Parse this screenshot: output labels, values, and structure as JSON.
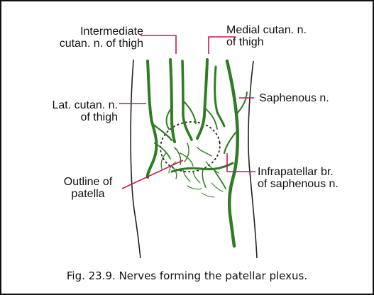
{
  "labels": {
    "intermediate": [
      "Intermediate",
      "cutan. n. of thigh"
    ],
    "medial": [
      "Medial cutan. n.",
      "of thigh"
    ],
    "lateral": [
      "Lat. cutan. n.",
      "of thigh"
    ],
    "saphenous": [
      "Saphenous n."
    ],
    "patella": [
      "Outline of",
      "patella"
    ],
    "infrapatellar": [
      "Infrapatellar br.",
      "of saphenous n."
    ]
  },
  "caption": "Fig. 23.9. Nerves forming the patellar plexus.",
  "colors": {
    "nerve": "#2e7d22",
    "leader": "#c2185b",
    "outline": "#222222",
    "text": "#111111"
  }
}
